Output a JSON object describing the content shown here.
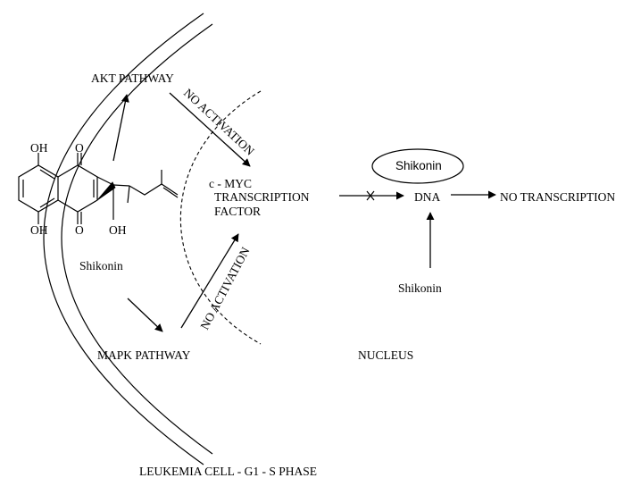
{
  "labels": {
    "akt_pathway": "AKT PATHWAY",
    "mapk_pathway": "MAPK PATHWAY",
    "no_activation_top": "NO ACTIVATION",
    "no_activation_bottom": "NO ACTIVATION",
    "cmyc_line1": "c - MYC",
    "cmyc_line2": "TRANSCRIPTION",
    "cmyc_line3": "FACTOR",
    "shikonin_structure": "Shikonin",
    "shikonin_oval": "Shikonin",
    "shikonin_bottom": "Shikonin",
    "dna": "DNA",
    "no_transcription": "NO TRANSCRIPTION",
    "nucleus": "NUCLEUS",
    "caption": "LEUKEMIA CELL - G1 - S PHASE"
  },
  "structure_atoms": {
    "oh_top": "OH",
    "o_top": "O",
    "oh_bottom": "OH",
    "o_bottom": "O",
    "oh_side": "OH"
  }
}
